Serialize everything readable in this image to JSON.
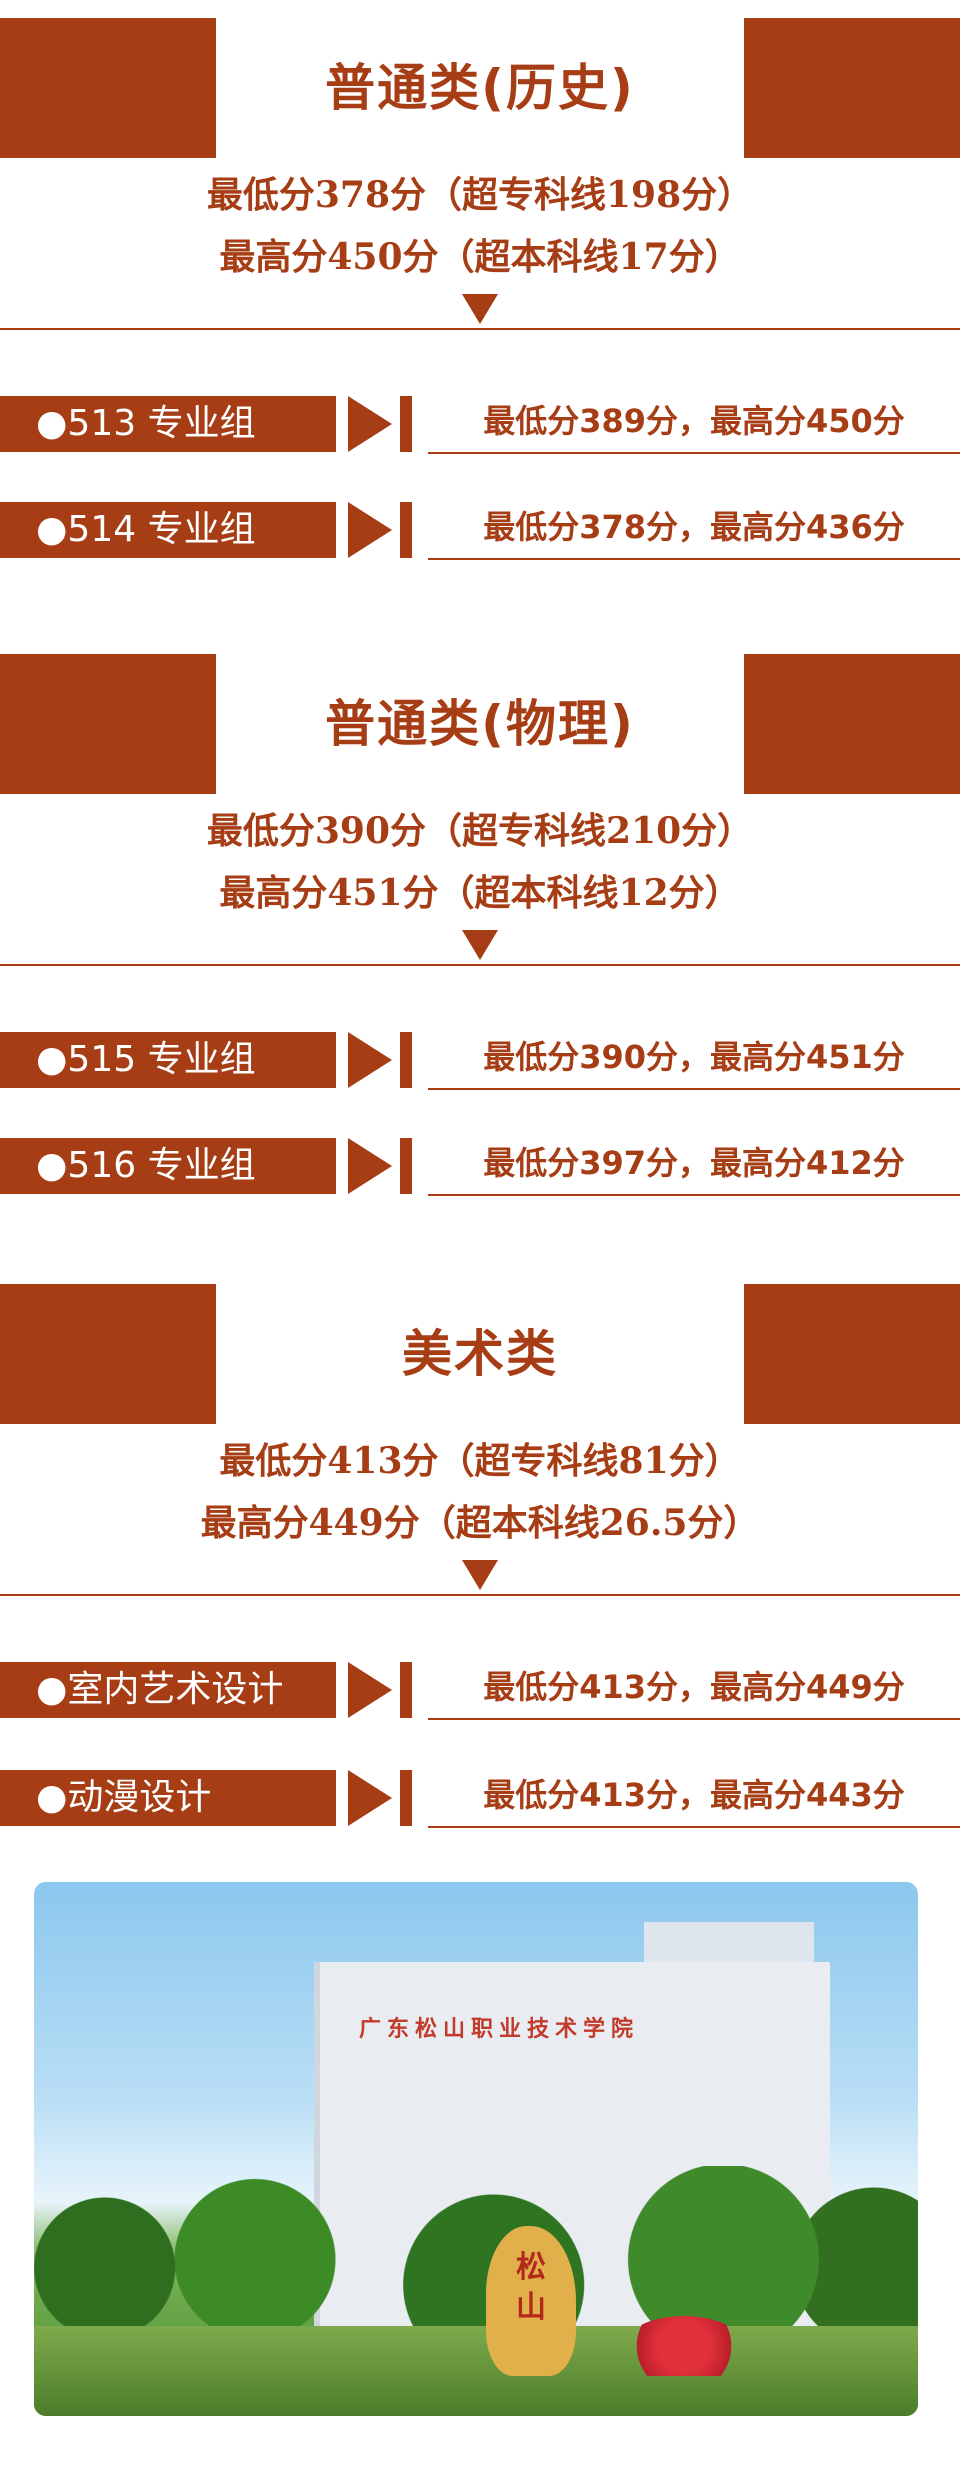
{
  "sections": [
    {
      "title": "普通类(历史)",
      "min": "最低分378分（超专科线198分）",
      "max": "最高分450分（超本科线17分）",
      "rows": [
        {
          "label": "●513 专业组",
          "text": "最低分389分，最高分450分"
        },
        {
          "label": "●514 专业组",
          "text": "最低分378分，最高分436分"
        }
      ]
    },
    {
      "title": "普通类(物理)",
      "min": "最低分390分（超专科线210分）",
      "max": "最高分451分（超本科线12分）",
      "rows": [
        {
          "label": "●515 专业组",
          "text": "最低分390分，最高分451分"
        },
        {
          "label": "●516 专业组",
          "text": "最低分397分，最高分412分"
        }
      ]
    },
    {
      "title": "美术类",
      "min": "最低分413分（超专科线81分）",
      "max": "最高分449分（超本科线26.5分）",
      "rows": [
        {
          "label": "●室内艺术设计",
          "text": "最低分413分，最高分449分"
        },
        {
          "label": "●动漫设计",
          "text": "最低分413分，最高分443分"
        }
      ]
    }
  ],
  "campus": {
    "sign": "广东松山职业技术学院",
    "stone_char_1": "松",
    "stone_char_2": "山"
  },
  "colors": {
    "accent": "#a63d15"
  }
}
